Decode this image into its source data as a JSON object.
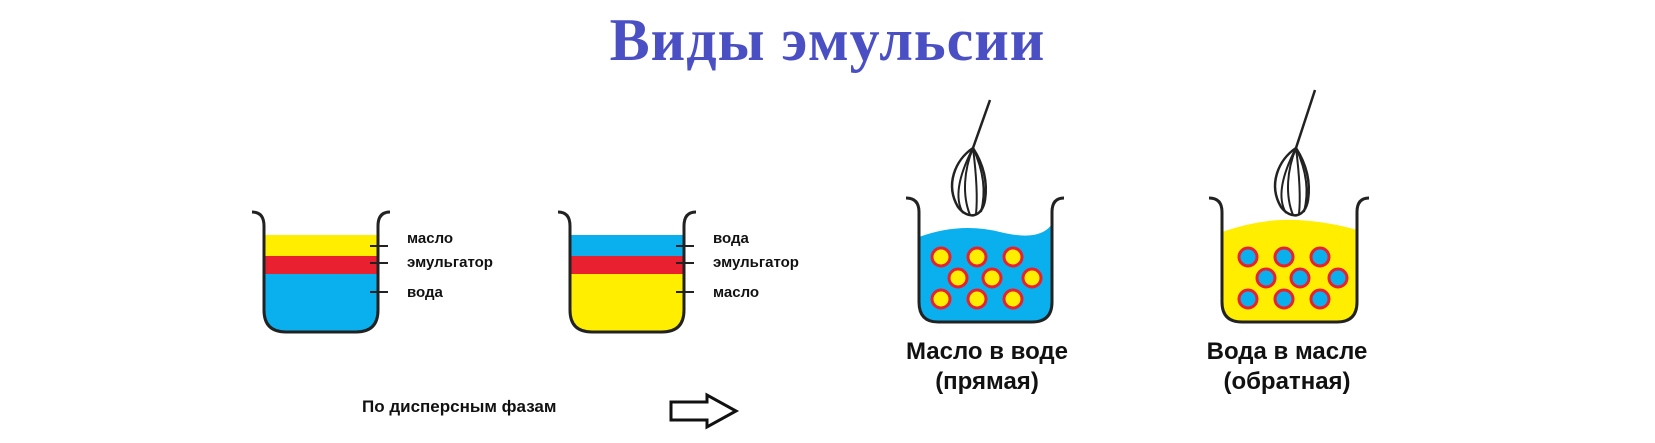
{
  "title": "Виды эмульсии",
  "colors": {
    "water": "#0ab0ee",
    "oil": "#ffee00",
    "emulsifier": "#e8202f",
    "droplet_ring": "#e8202f",
    "title": "#4a4fc4"
  },
  "layered_beakers": [
    {
      "id": "oil-on-water",
      "layers_top_to_bottom": [
        "oil",
        "emulsifier",
        "water"
      ],
      "labels": [
        "масло",
        "эмульгатор",
        "вода"
      ]
    },
    {
      "id": "water-on-oil",
      "layers_top_to_bottom": [
        "water",
        "emulsifier",
        "oil"
      ],
      "labels": [
        "вода",
        "эмульгатор",
        "масло"
      ]
    }
  ],
  "emulsion_beakers": [
    {
      "id": "oil-in-water",
      "continuous_phase": "water",
      "droplet_phase": "oil",
      "droplet_count": 9,
      "caption_line1": "Масло в воде",
      "caption_line2": "(прямая)",
      "tool": "whisk-icon"
    },
    {
      "id": "water-in-oil",
      "continuous_phase": "oil",
      "droplet_phase": "water",
      "droplet_count": 9,
      "caption_line1": "Вода в масле",
      "caption_line2": "(обратная)",
      "tool": "whisk-icon"
    }
  ],
  "footer_note": "По дисперсным фазам",
  "footer_icon": "arrow-right-icon"
}
